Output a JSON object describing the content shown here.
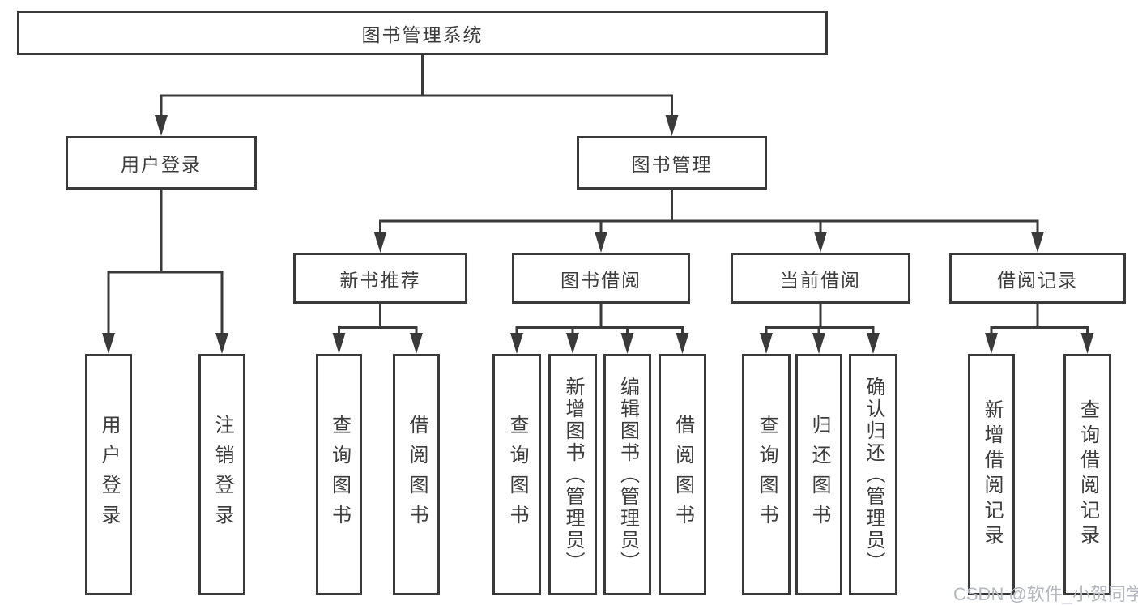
{
  "colors": {
    "line": "#3a3a3a",
    "text": "#3c3c3c",
    "watermark": "#b4b8bf",
    "background": "#ffffff"
  },
  "watermark": {
    "text": "CSDN @软件_小贺同学"
  },
  "tree": {
    "root": {
      "label": "图书管理系统"
    },
    "branches": [
      {
        "label": "用户登录",
        "children": [
          {
            "label": "用户登录"
          },
          {
            "label": "注销登录"
          }
        ]
      },
      {
        "label": "图书管理",
        "groups": [
          {
            "label": "新书推荐",
            "children": [
              {
                "label": "查询图书"
              },
              {
                "label": "借阅图书"
              }
            ]
          },
          {
            "label": "图书借阅",
            "children": [
              {
                "label": "查询图书"
              },
              {
                "label": "新增图书（管理员）"
              },
              {
                "label": "编辑图书（管理员）"
              },
              {
                "label": "借阅图书"
              }
            ]
          },
          {
            "label": "当前借阅",
            "children": [
              {
                "label": "查询图书"
              },
              {
                "label": "归还图书"
              },
              {
                "label": "确认归还（管理员）"
              }
            ]
          },
          {
            "label": "借阅记录",
            "children": [
              {
                "label": "新增借阅记录"
              },
              {
                "label": "查询借阅记录"
              }
            ]
          }
        ]
      }
    ]
  }
}
